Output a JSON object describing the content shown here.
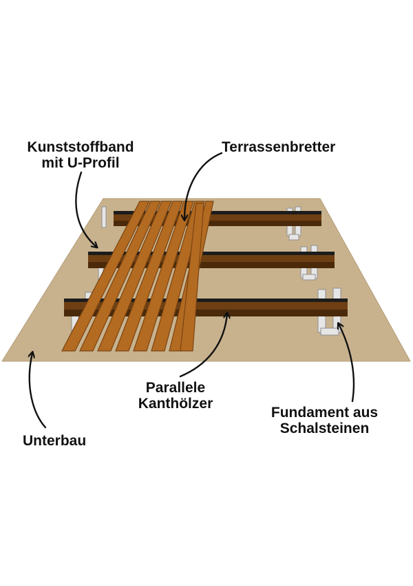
{
  "labels": {
    "kunststoffband": [
      "Kunststoffband",
      "mit U-Profil"
    ],
    "terrassenbretter": [
      "Terrassenbretter"
    ],
    "parallele": [
      "Parallele",
      "Kanthölzer"
    ],
    "fundament": [
      "Fundament aus",
      "Schalsteinen"
    ],
    "unterbau": [
      "Unterbau"
    ]
  },
  "colors": {
    "ground": "#c8b28e",
    "ground_edge": "#b39c76",
    "joist_top": "#6e3f12",
    "joist_side": "#4a2a0a",
    "u_profile": "#1c1c1c",
    "board": "#b36a21",
    "board_edge": "#7a4512",
    "block": "#e6e6e6",
    "block_edge": "#9a9a9a",
    "arrow": "#111111",
    "text": "#111111"
  }
}
